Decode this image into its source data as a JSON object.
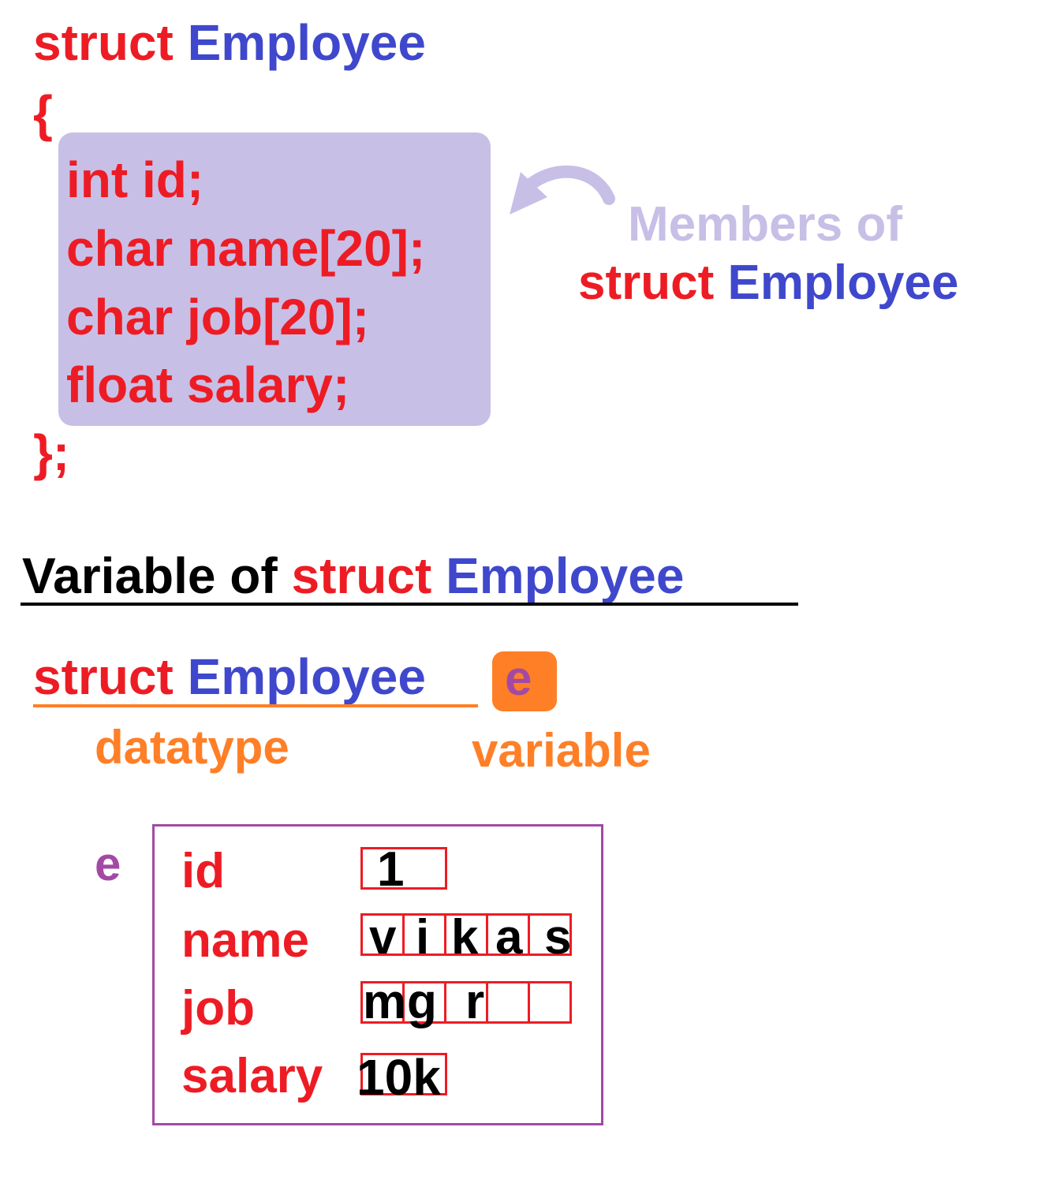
{
  "struct_definition": {
    "keyword": "struct",
    "name": "Employee",
    "open_brace": "{",
    "members": [
      "int id;",
      "char name[20];",
      "char job[20];",
      "float salary;"
    ],
    "close_brace": "};"
  },
  "annotation": {
    "label": "Members of",
    "keyword": "struct",
    "name": "Employee"
  },
  "variable_heading": {
    "prefix": "Variable of",
    "keyword": "struct",
    "name": "Employee"
  },
  "declaration": {
    "keyword": "struct",
    "name": "Employee",
    "variable": "e",
    "datatype_label": "datatype",
    "variable_label": "variable"
  },
  "memory": {
    "variable": "e",
    "fields": [
      {
        "label": "id",
        "value": "1"
      },
      {
        "label": "name",
        "chars": [
          "v",
          "i",
          "k",
          "a",
          "s"
        ]
      },
      {
        "label": "job",
        "chars": [
          "m",
          "g",
          "r",
          "",
          ""
        ]
      },
      {
        "label": "salary",
        "value": "10k"
      }
    ]
  },
  "colors": {
    "keyword": "#ed1c24",
    "type_name": "#3f48cc",
    "members_background": "#c8bfe7",
    "annotation": "#c8bfe7",
    "declaration_labels": "#ff7f27",
    "variable": "#a349a4"
  }
}
